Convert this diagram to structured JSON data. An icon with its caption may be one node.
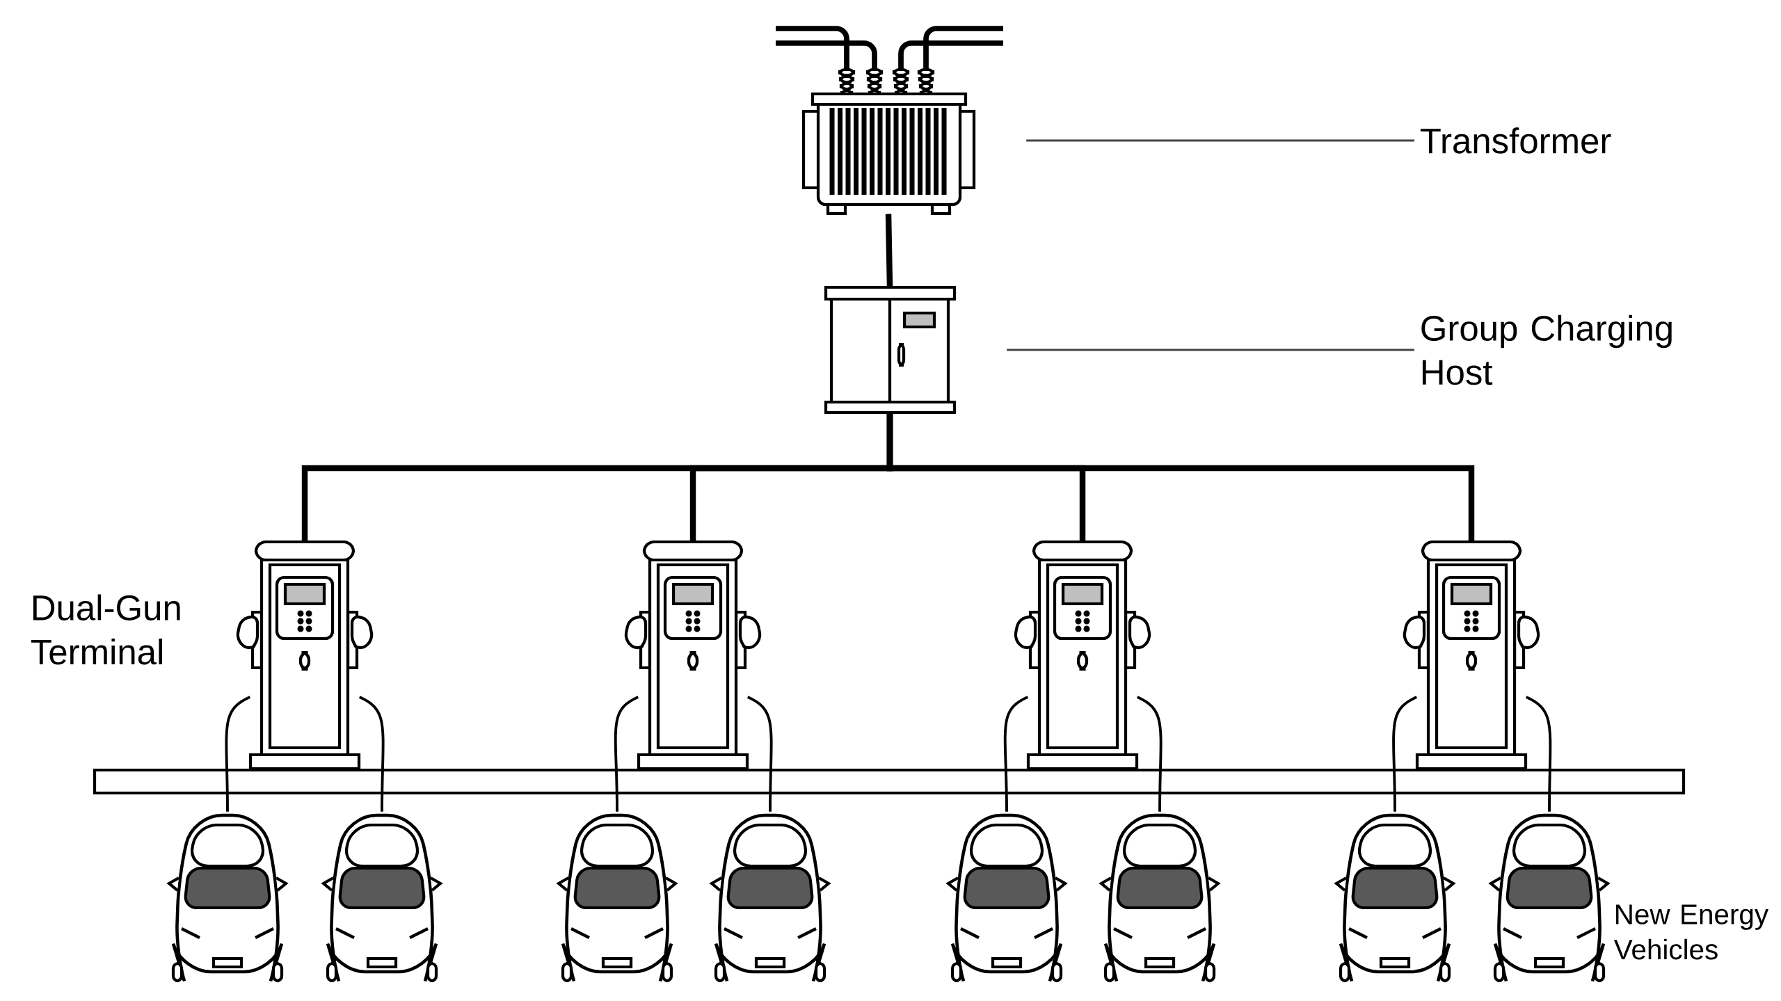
{
  "diagram": {
    "nodes": [
      {
        "text": [
          "Transformer"
        ]
      },
      {
        "text": [],
        "shape": "picture"
      },
      {
        "text": [
          "Group Charging Host"
        ]
      },
      {
        "text": [],
        "shape": "picture"
      },
      {
        "text": [],
        "shape": "picture"
      },
      {
        "text": [],
        "shape": "picture"
      },
      {
        "text": [],
        "shape": "picture"
      },
      {
        "text": [],
        "shape": "picture"
      },
      {
        "text": [],
        "shape": "picture"
      },
      {
        "text": [],
        "shape": "picture"
      },
      {
        "text": [],
        "shape": "picture"
      },
      {
        "text": [],
        "shape": "picture"
      },
      {
        "text": [],
        "shape": "picture"
      },
      {
        "text": [],
        "shape": "picture"
      },
      {
        "text": [],
        "shape": "picture"
      },
      {
        "text": [],
        "shape": "picture"
      }
    ],
    "edges": [
      {
        "from": 0,
        "to": 1,
        "arrow": "none",
        "color": "#444444"
      },
      {
        "from": 2,
        "to": 3,
        "arrow": "none",
        "color": "#444444"
      },
      {
        "from": 1,
        "to": 3,
        "arrow": "none",
        "style": "thick"
      },
      {
        "from": 3,
        "to": 4,
        "arrow": "none",
        "style": "thick"
      },
      {
        "from": 3,
        "to": 5,
        "arrow": "none",
        "style": "thick"
      },
      {
        "from": 3,
        "to": 6,
        "arrow": "none",
        "style": "thick"
      },
      {
        "from": 3,
        "to": 7,
        "arrow": "none",
        "style": "thick"
      },
      {
        "from": 4,
        "to": 8,
        "arrow": "none"
      },
      {
        "from": 4,
        "to": 9,
        "arrow": "none"
      },
      {
        "from": 5,
        "to": 10,
        "arrow": "none"
      },
      {
        "from": 5,
        "to": 11,
        "arrow": "none"
      },
      {
        "from": 6,
        "to": 12,
        "arrow": "none"
      },
      {
        "from": 6,
        "to": 13,
        "arrow": "none"
      },
      {
        "from": 7,
        "to": 14,
        "arrow": "none"
      },
      {
        "from": 7,
        "to": 15,
        "arrow": "none"
      }
    ],
    "labels": [
      "Dual-Gun Terminal",
      "New Energy Vehicles"
    ]
  }
}
